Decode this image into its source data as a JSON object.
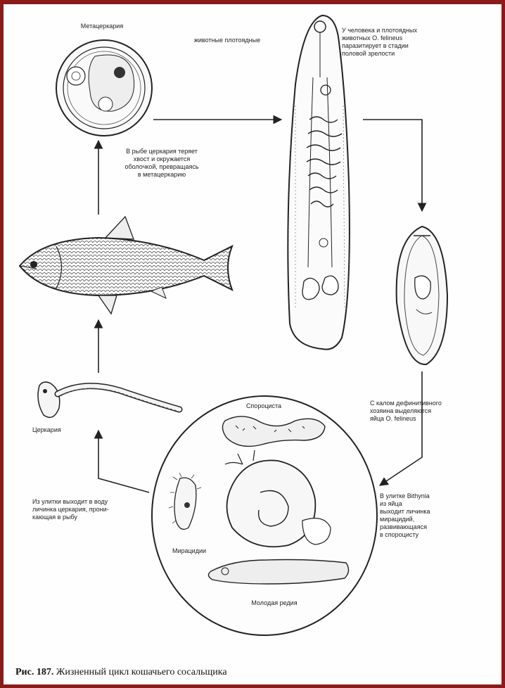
{
  "labels": {
    "metacercaria": "Метацеркария",
    "carnivores": "животные плотоядные",
    "human_note": "У человека и плотоядных\nживотных О. felineus\nпаразитирует в стадии\nполовой зрелости",
    "fish_note": "В рыбе церкария теряет\nхвост и окружается\nоболочкой, превращаясь\nв метацеркарию",
    "eggs_note": "С калом дефинитивного\nхозяина выделяются\nяйца О. felineus",
    "snail_note": "В улитке Bithynia\nиз яйца\nвыходит личинка\nмирацидий,\nразвивающаяся\nв спороцисту",
    "cercaria": "Церкария",
    "cercaria_note": "Из улитки выходит в воду\nличинка церкария, прони-\nкающая в рыбу",
    "sporocyst": "Спороциста",
    "miracidium": "Мирацидии",
    "redia": "Молодая редия"
  },
  "caption": {
    "number": "Рис. 187.",
    "text": "Жизненный цикл кошачьего сосальщика"
  },
  "colors": {
    "frame": "#8b1a1a",
    "ink": "#222222"
  }
}
